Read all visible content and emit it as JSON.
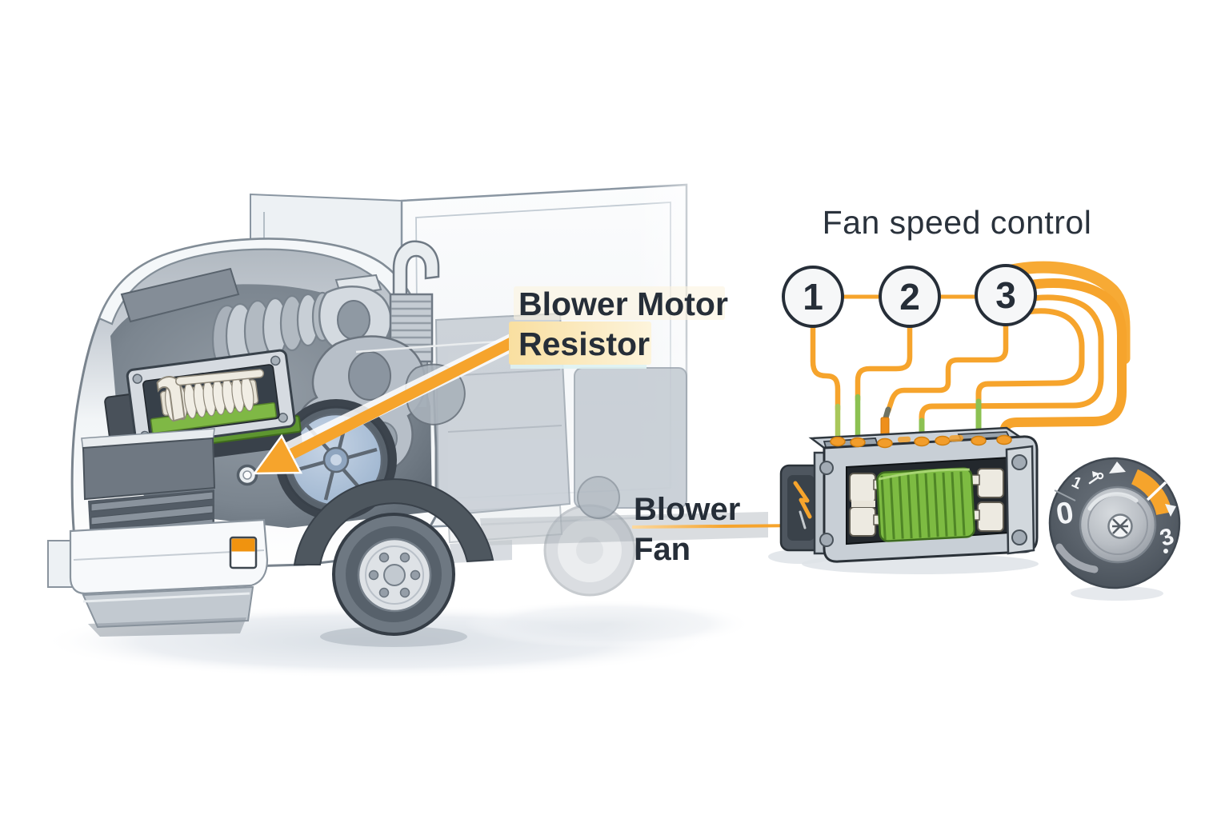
{
  "title": "Fan speed control",
  "resistor_label": {
    "line1": "Blower Motor",
    "line2": "Resistor"
  },
  "fan_label": {
    "line1": "Blower",
    "line2": "Fan"
  },
  "speed_steps": [
    "1",
    "2",
    "3"
  ],
  "knob": {
    "off": "0",
    "low": "1",
    "high": "3"
  },
  "icons": {
    "location_arrow": "arrow-pointing-to-resistor-location",
    "knob_pointer": "triangle-up-marker",
    "knob_fan_symbol": "fan-pennant",
    "knob_center": "fan-blade-cross"
  },
  "colors": {
    "accent_orange": "#F6A42C",
    "deep_orange": "#EE8F1B",
    "wire_green": "#8CC152",
    "coil_green": "#7DBB42",
    "ink": "#2B333C",
    "highlight_yellow": "#F9DFA0",
    "metal_light": "#C8CFD6",
    "metal_dark": "#4E565E",
    "fan_blue": "#AFC3DB"
  }
}
